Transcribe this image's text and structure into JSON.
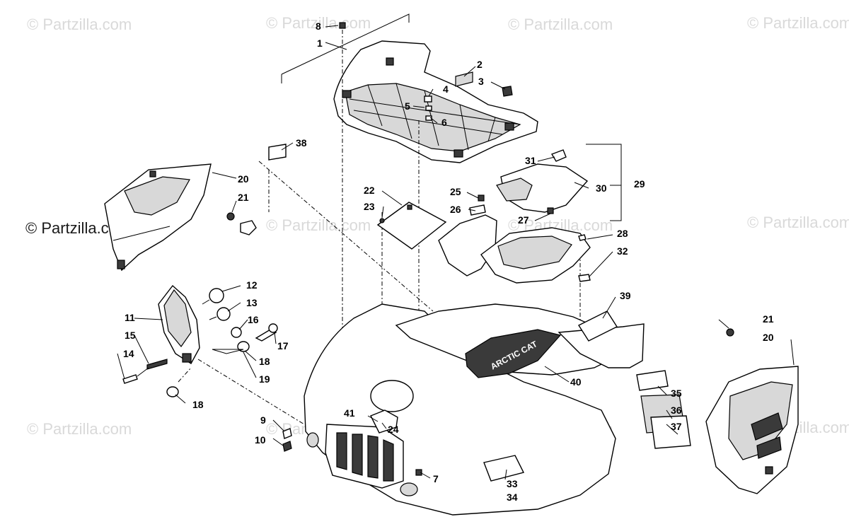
{
  "watermarks": {
    "main": "© Partzilla.com",
    "faint": "© Partzilla.com"
  },
  "callouts": {
    "c1": "1",
    "c2": "2",
    "c3": "3",
    "c4": "4",
    "c5": "5",
    "c6": "6",
    "c7": "7",
    "c8": "8",
    "c9": "9",
    "c10": "10",
    "c11": "11",
    "c12": "12",
    "c13": "13",
    "c14": "14",
    "c15": "15",
    "c16": "16",
    "c17": "17",
    "c18a": "18",
    "c18b": "18",
    "c19": "19",
    "c20a": "20",
    "c20b": "20",
    "c21a": "21",
    "c21b": "21",
    "c22": "22",
    "c23": "23",
    "c24": "24",
    "c25": "25",
    "c26": "26",
    "c27": "27",
    "c28": "28",
    "c29": "29",
    "c30": "30",
    "c31": "31",
    "c32": "32",
    "c33": "33",
    "c34": "34",
    "c35": "35",
    "c36": "36",
    "c37": "37",
    "c38": "38",
    "c39": "39",
    "c40": "40",
    "c41": "41"
  },
  "decal_text": "ARCTIC CAT"
}
